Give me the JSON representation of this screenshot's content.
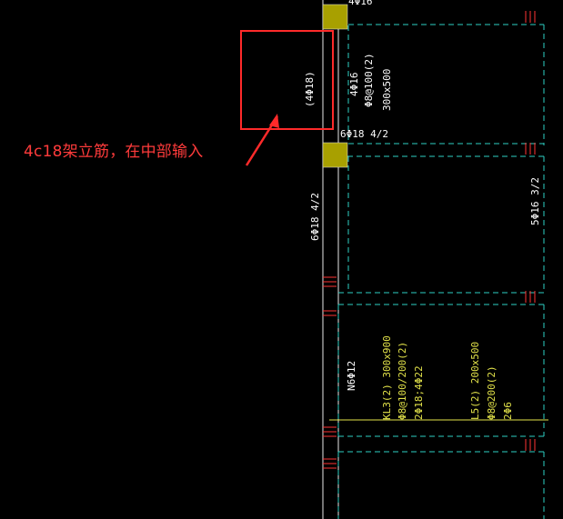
{
  "colors": {
    "background": "#000000",
    "beam_line": "#e8e8e8",
    "dashed_line": "#2ed1c4",
    "text": "#ffffff",
    "yellow_text": "#e3e34a",
    "column_fill": "#a8a000",
    "rebar_mark": "#ff3333",
    "annotation": "#ff3b3b"
  },
  "annotation": {
    "text": "4c18架立筋，在中部输入"
  },
  "labels": {
    "top_partial": "4Φ16",
    "in_box": "(4Φ18)",
    "beam_upper_1": "4Φ16",
    "beam_upper_2": "Φ8@100(2)",
    "beam_upper_3": "300x500",
    "bottom_rebar": "6Φ18 4/2",
    "vertical_left": "6Φ18 4/2",
    "right_vertical": "5Φ16 3/2",
    "n6": "N6Φ12",
    "kl3_1": "KL3(2) 300x900",
    "kl3_2": "Φ8@100/200(2)",
    "kl3_3": "2Φ18;4Φ22",
    "l5_1": "L5(2) 200x500",
    "l5_2": "Φ8@200(2)",
    "l5_3": "2Φ6"
  }
}
